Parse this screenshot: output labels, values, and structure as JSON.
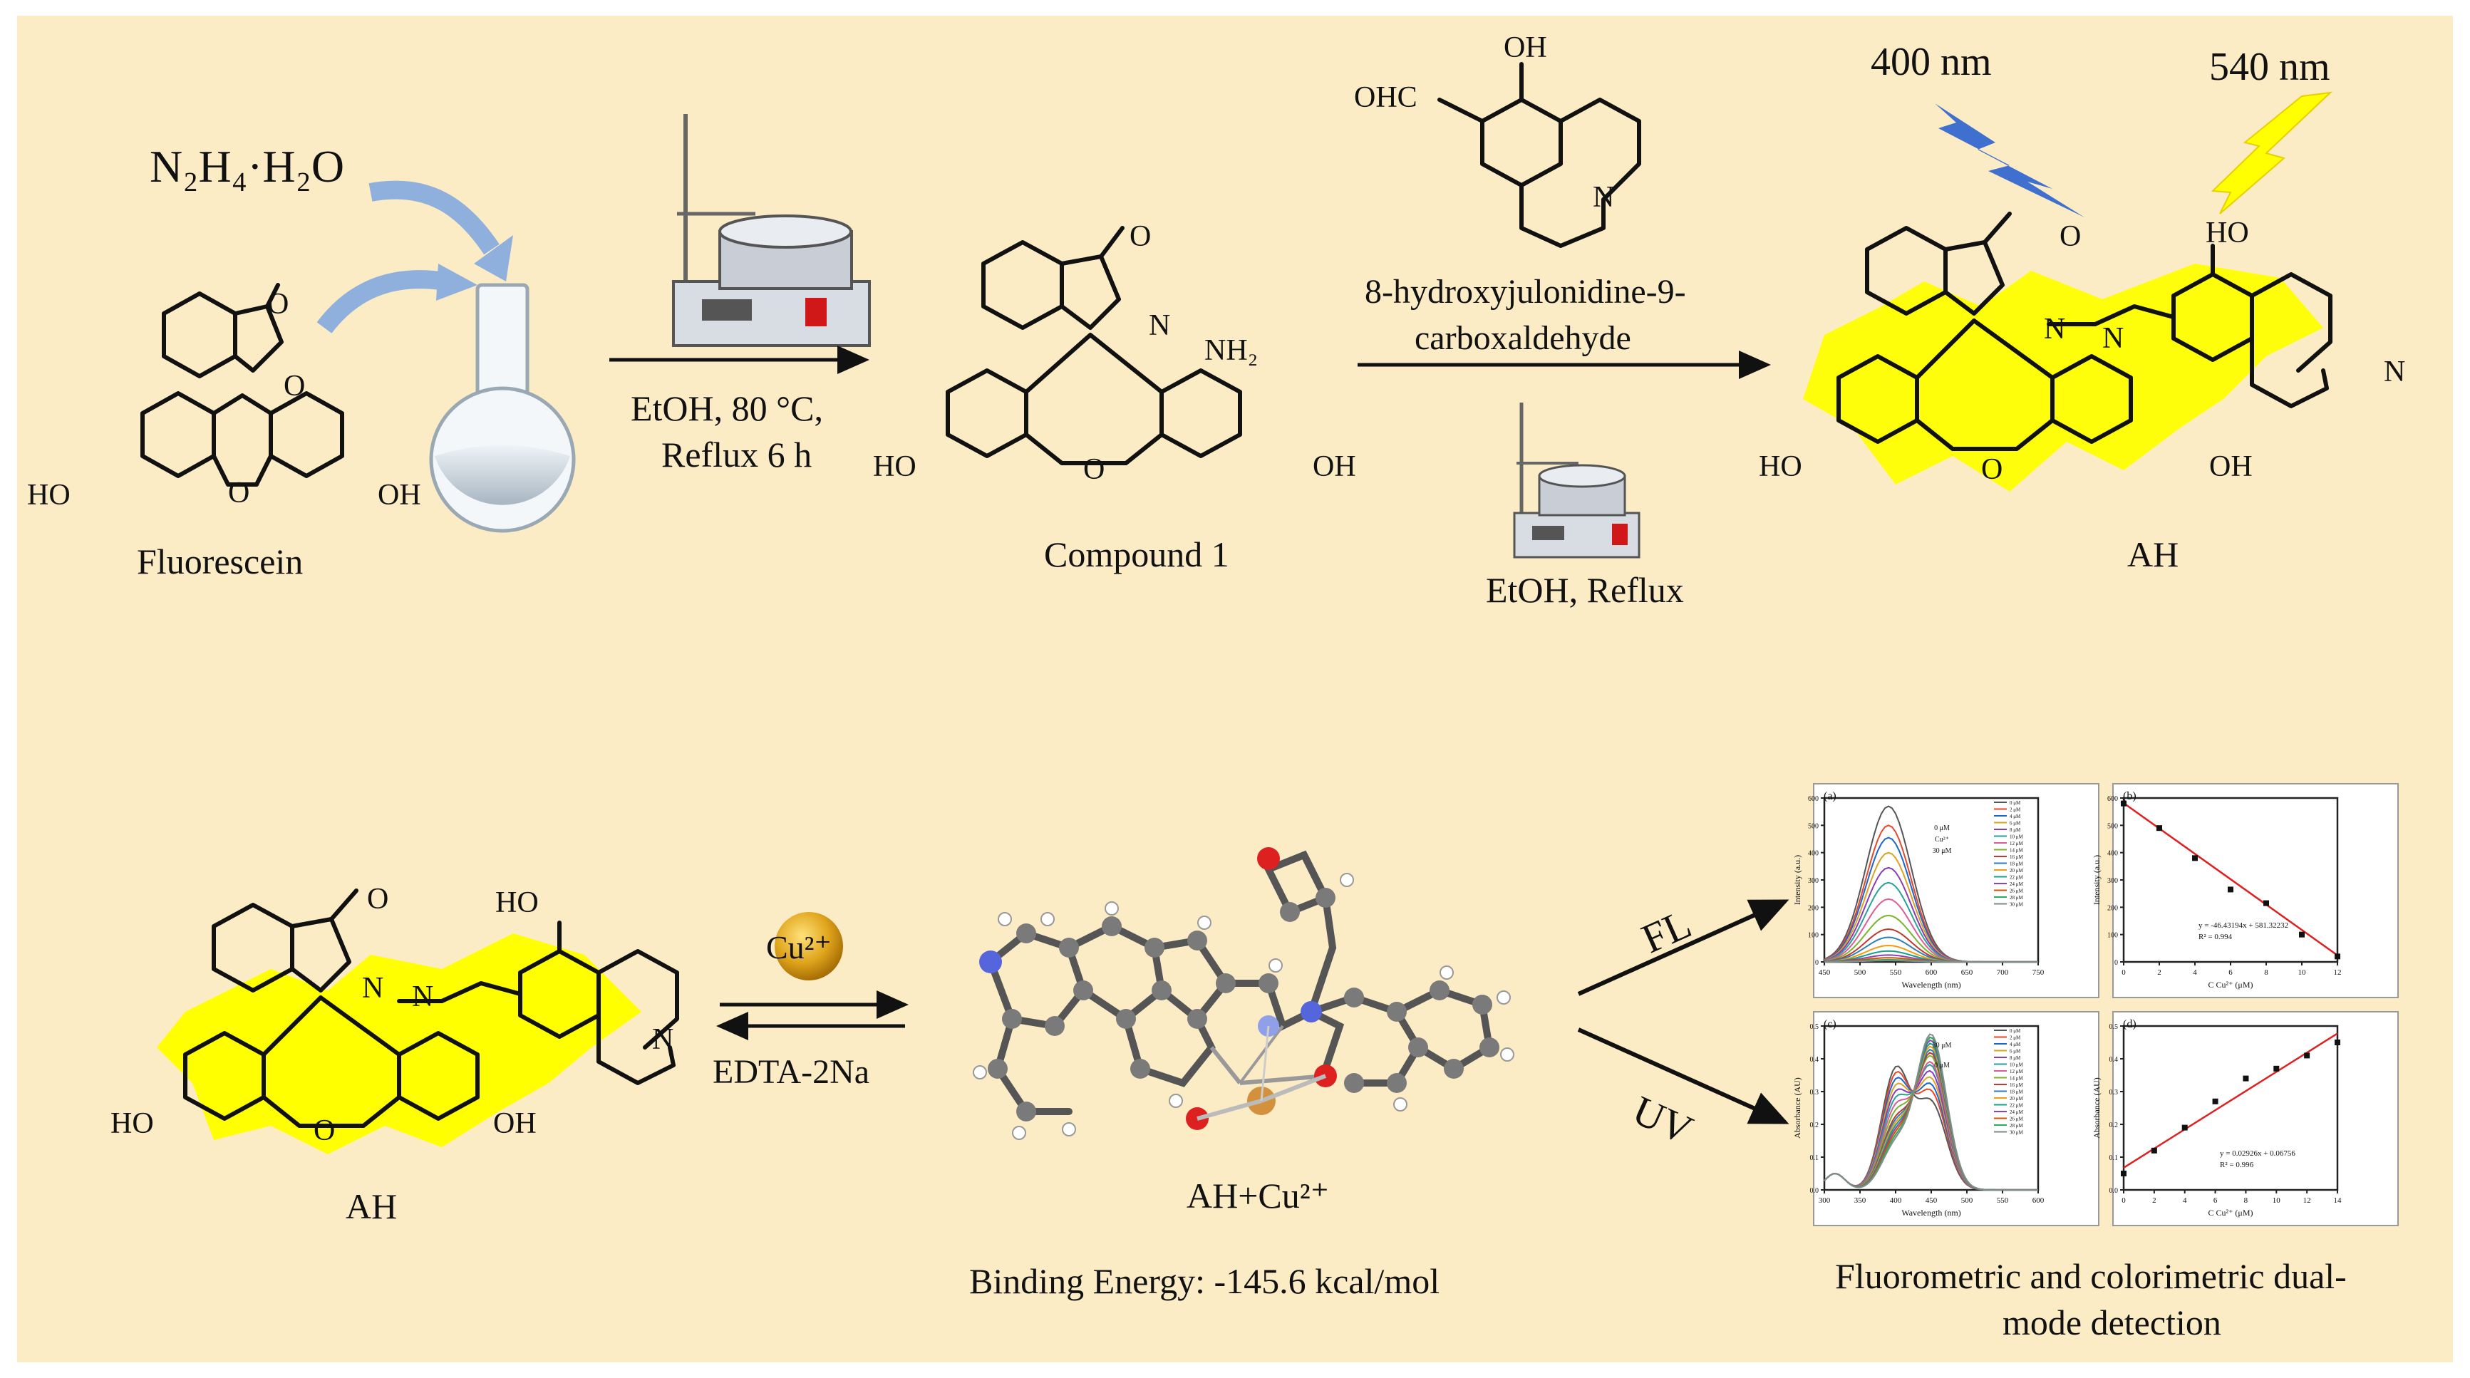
{
  "top_row": {
    "reagent_hydrazine": "N₂H₄·H₂O",
    "fluorescein_label": "Fluorescein",
    "step1_conditions_line1": "EtOH, 80 °C,",
    "step1_conditions_line2": "Reflux 6 h",
    "compound1_label": "Compound 1",
    "aldehyde_name_line1": "8-hydroxyjulonidine-9-",
    "aldehyde_name_line2": "carboxaldehyde",
    "step2_conditions": "EtOH, Reflux",
    "product_label": "AH",
    "excitation_label": "400 nm",
    "emission_label": "540 nm",
    "atoms": {
      "ho": "HO",
      "oh": "OH",
      "o": "O",
      "n": "N",
      "nh2": "NH₂",
      "ohc": "OHC"
    }
  },
  "bottom_row": {
    "probe_label": "AH",
    "ion_label": "Cu²⁺",
    "reverse_reagent": "EDTA-2Na",
    "complex_label": "AH+Cu²⁺",
    "binding_energy": "Binding Energy: -145.6 kcal/mol",
    "fl_arrow_label": "FL",
    "uv_arrow_label": "UV",
    "detection_caption_line1": "Fluorometric and colorimetric dual-",
    "detection_caption_line2": "mode detection"
  },
  "colors": {
    "background": "#fbecc6",
    "fluorescence_highlight": "#ffff00",
    "excitation_bolt": "#3f6fcf",
    "emission_bolt": "#ffff00",
    "copper_ion": "#d9a21b",
    "fit_line": "#e02020",
    "process_arrow": "#8fb0dd"
  },
  "chart_data": [
    {
      "panel": "(a)",
      "type": "line",
      "xlabel": "Wavelength (nm)",
      "ylabel": "Intensity (a.u.)",
      "xlim": [
        450,
        750
      ],
      "ylim": [
        0,
        600
      ],
      "x_ticks": [
        "450",
        "500",
        "550",
        "600",
        "650",
        "700",
        "750"
      ],
      "y_ticks": [
        "0",
        "100",
        "200",
        "300",
        "400",
        "500",
        "600"
      ],
      "annotation": [
        "0 μM",
        "Cu²⁺",
        "30 μM"
      ],
      "legend": [
        "0 μM",
        "2 μM",
        "4 μM",
        "6 μM",
        "8 μM",
        "10 μM",
        "12 μM",
        "14 μM",
        "16 μM",
        "18 μM",
        "20 μM",
        "22 μM",
        "24 μM",
        "26 μM",
        "28 μM",
        "30 μM"
      ],
      "peak_x": 540,
      "peak_values": [
        570,
        500,
        455,
        400,
        345,
        290,
        230,
        170,
        120,
        90,
        60,
        40,
        25,
        15,
        8,
        5
      ]
    },
    {
      "panel": "(b)",
      "type": "scatter",
      "xlabel": "C Cu²⁺ (μM)",
      "ylabel": "Intensity (a.u.)",
      "xlim": [
        0,
        12
      ],
      "ylim": [
        0,
        600
      ],
      "x_ticks": [
        "0",
        "2",
        "4",
        "6",
        "8",
        "10",
        "12"
      ],
      "y_ticks": [
        "0",
        "100",
        "200",
        "300",
        "400",
        "500",
        "600"
      ],
      "x": [
        0,
        2,
        4,
        6,
        8,
        10,
        12
      ],
      "y": [
        580,
        490,
        380,
        265,
        215,
        100,
        20
      ],
      "fit": {
        "slope": -46.43194,
        "intercept": 581.32232
      },
      "equation": "y = -46.43194x + 581.32232",
      "r2": "R² = 0.994"
    },
    {
      "panel": "(c)",
      "type": "line",
      "xlabel": "Wavelength (nm)",
      "ylabel": "Absorbance (AU)",
      "xlim": [
        300,
        600
      ],
      "ylim": [
        0,
        0.5
      ],
      "x_ticks": [
        "300",
        "350",
        "400",
        "450",
        "500",
        "550",
        "600"
      ],
      "y_ticks": [
        "0.0",
        "0.1",
        "0.2",
        "0.3",
        "0.4",
        "0.5"
      ],
      "annotation": [
        "30 μM",
        "0 μM"
      ],
      "legend": [
        "0 μM",
        "2 μM",
        "4 μM",
        "6 μM",
        "8 μM",
        "10 μM",
        "12 μM",
        "14 μM",
        "16 μM",
        "18 μM",
        "20 μM",
        "22 μM",
        "24 μM",
        "26 μM",
        "28 μM",
        "30 μM"
      ],
      "peak1_x": 400,
      "peak2_x": 450,
      "peak1_values": [
        0.36,
        0.34,
        0.32,
        0.3,
        0.28,
        0.26,
        0.24,
        0.22,
        0.2,
        0.19,
        0.18,
        0.17,
        0.16,
        0.15,
        0.14,
        0.13
      ],
      "peak2_values": [
        0.26,
        0.29,
        0.31,
        0.33,
        0.35,
        0.37,
        0.38,
        0.4,
        0.41,
        0.42,
        0.43,
        0.44,
        0.45,
        0.46,
        0.46,
        0.47
      ]
    },
    {
      "panel": "(d)",
      "type": "scatter",
      "xlabel": "C Cu²⁺ (μM)",
      "ylabel": "Absorbance (AU)",
      "xlim": [
        0,
        14
      ],
      "ylim": [
        0,
        0.5
      ],
      "x_ticks": [
        "0",
        "2",
        "4",
        "6",
        "8",
        "10",
        "12",
        "14"
      ],
      "y_ticks": [
        "0.0",
        "0.1",
        "0.2",
        "0.3",
        "0.4",
        "0.5"
      ],
      "x": [
        0,
        2,
        4,
        6,
        8,
        10,
        12,
        14
      ],
      "y": [
        0.05,
        0.12,
        0.19,
        0.27,
        0.34,
        0.37,
        0.41,
        0.45
      ],
      "fit": {
        "slope": 0.02926,
        "intercept": 0.06756
      },
      "equation": "y = 0.02926x + 0.06756",
      "r2": "R² = 0.996"
    }
  ]
}
